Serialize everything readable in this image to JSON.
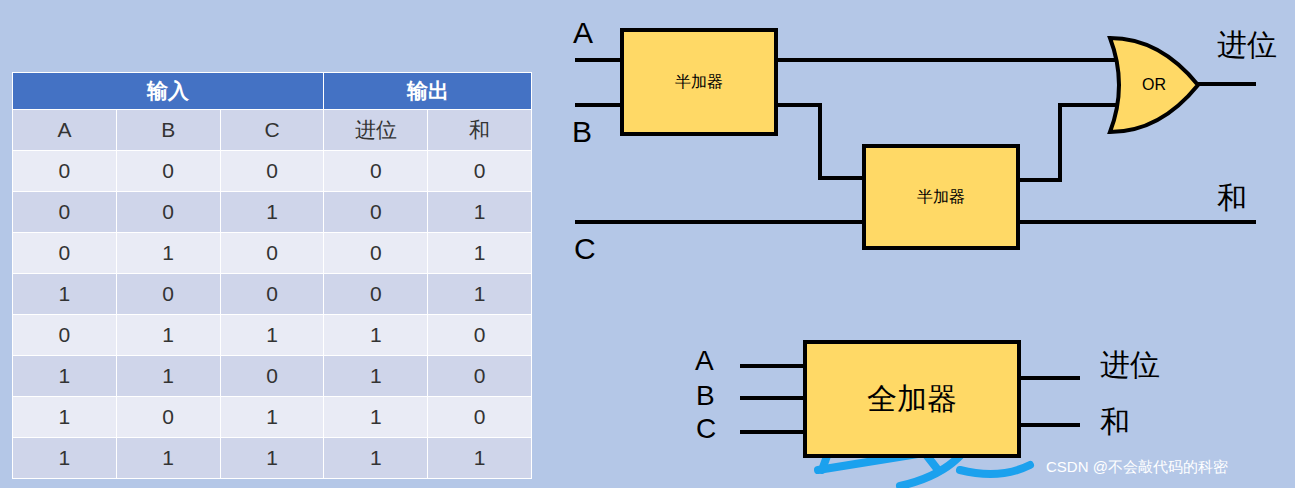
{
  "diagram": {
    "nodes": [
      {
        "text": [
          "半加器"
        ]
      },
      {
        "text": [
          "OR"
        ]
      },
      {
        "text": [
          "半加器"
        ]
      },
      {
        "text": [
          "全加器"
        ]
      }
    ],
    "edges": [
      {
        "from": 0,
        "to": 1,
        "arrow": "none"
      },
      {
        "from": 0,
        "to": 2,
        "arrow": "none"
      },
      {
        "from": 2,
        "to": 1,
        "arrow": "none"
      }
    ],
    "labels": [
      "输入",
      "输出",
      "A",
      "B",
      "C",
      "进位",
      "和",
      "0",
      "0",
      "0",
      "0",
      "0",
      "0",
      "0",
      "1",
      "0",
      "1",
      "0",
      "1",
      "0",
      "0",
      "1",
      "1",
      "0",
      "0",
      "0",
      "1",
      "0",
      "1",
      "1",
      "1",
      "0",
      "1",
      "1",
      "0",
      "1",
      "0",
      "1",
      "0",
      "1",
      "1",
      "0",
      "1",
      "1",
      "1",
      "1",
      "1",
      "A",
      "B",
      "C",
      "进位",
      "和",
      "A",
      "B",
      "C",
      "进位",
      "和",
      "CSDN @不会敲代码的科密"
    ]
  }
}
